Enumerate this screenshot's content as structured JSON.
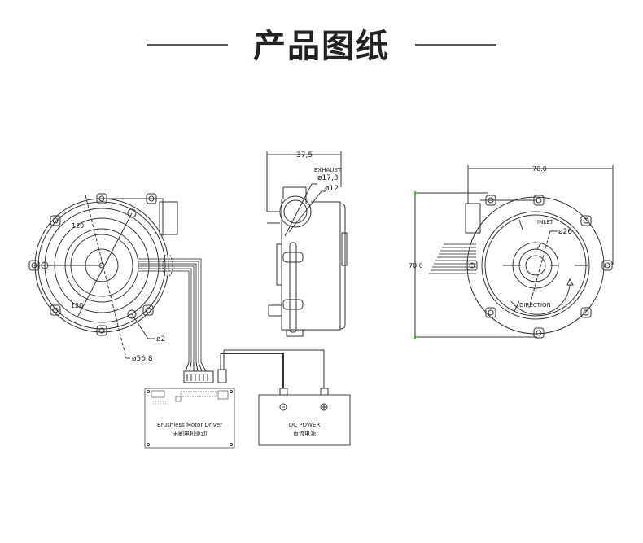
{
  "title": "产品图纸",
  "front_view": {
    "angle_top": "120",
    "angle_bottom": "120",
    "hole_dia": "ø2",
    "circle_dia": "ø56,8"
  },
  "side_view": {
    "width": "37,5",
    "exhaust": "EXHAUST",
    "outer_dia": "ø17,3",
    "inner_dia": "ø12"
  },
  "back_view": {
    "width": "70.0",
    "height": "70.0",
    "inlet": "INLET",
    "inlet_dia": "ø26",
    "direction": "DIRECTION"
  },
  "driver": {
    "label_en": "Brushless Motor Driver",
    "label_cn": "无刷电机驱动"
  },
  "power": {
    "label_en": "DC  POWER",
    "label_cn": "直流电源",
    "neg": "−",
    "pos": "+"
  },
  "colors": {
    "line": "#333333",
    "dim_marker": "#3cc33c"
  }
}
